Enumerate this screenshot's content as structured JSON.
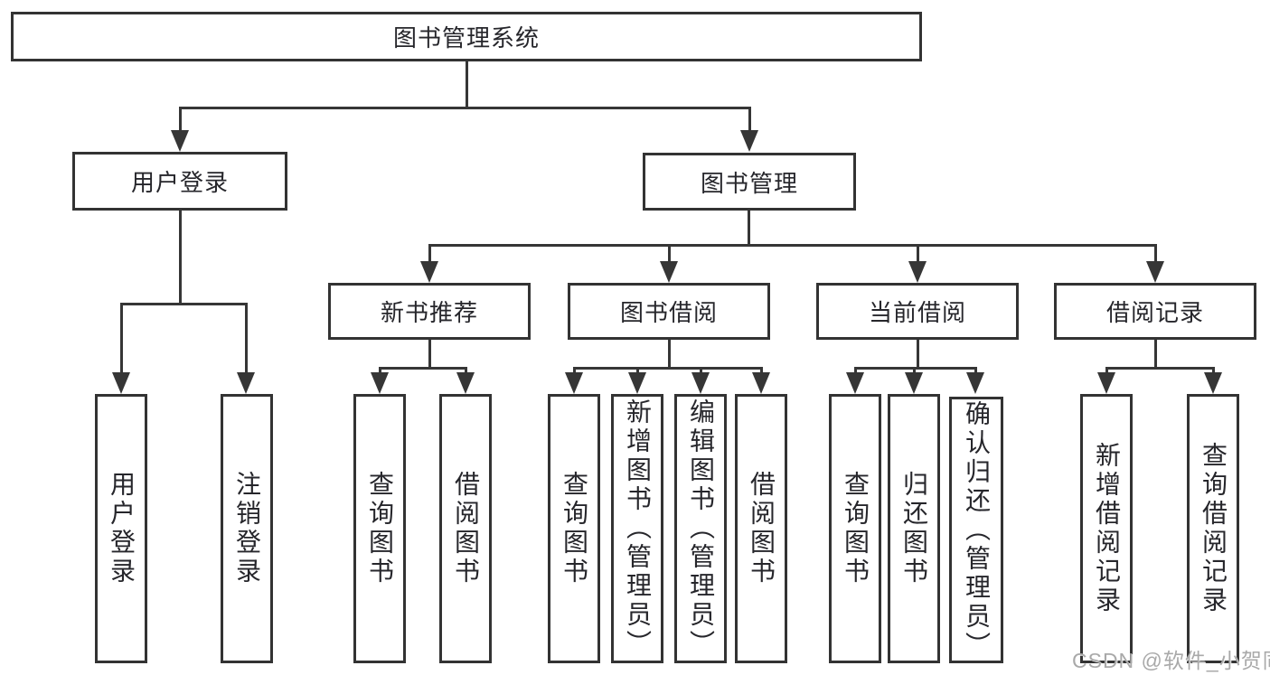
{
  "diagram": {
    "type": "hierarchy-tree",
    "line_color": "#363636",
    "box_border_color": "#333333",
    "box_background": "#ffffff",
    "text_color": "#26262b",
    "tree": {
      "label": "图书管理系统",
      "children": [
        {
          "label": "用户登录",
          "children": [
            {
              "label": "用户登录"
            },
            {
              "label": "注销登录"
            }
          ]
        },
        {
          "label": "图书管理",
          "children": [
            {
              "label": "新书推荐",
              "children": [
                {
                  "label": "查询图书"
                },
                {
                  "label": "借阅图书"
                }
              ]
            },
            {
              "label": "图书借阅",
              "children": [
                {
                  "label": "查询图书"
                },
                {
                  "label": "新增图书（管理员）"
                },
                {
                  "label": "编辑图书（管理员）"
                },
                {
                  "label": "借阅图书"
                }
              ]
            },
            {
              "label": "当前借阅",
              "children": [
                {
                  "label": "查询图书"
                },
                {
                  "label": "归还图书"
                },
                {
                  "label": "确认归还（管理员）"
                }
              ]
            },
            {
              "label": "借阅记录",
              "children": [
                {
                  "label": "新增借阅记录"
                },
                {
                  "label": "查询借阅记录"
                }
              ]
            }
          ]
        }
      ]
    },
    "watermark": {
      "text": "CSDN @软件_小贺同学",
      "color": "#a9a9a9"
    }
  }
}
